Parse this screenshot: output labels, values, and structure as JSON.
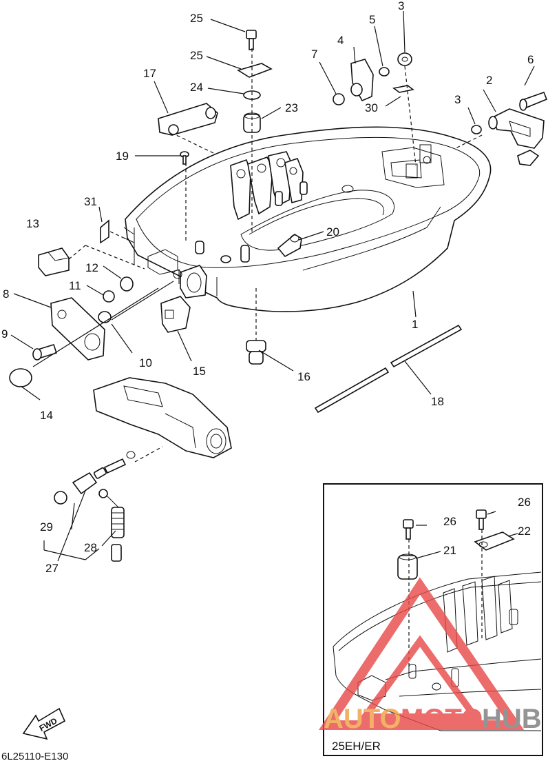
{
  "diagram": {
    "part_numbers": [
      "1",
      "2",
      "3",
      "3",
      "4",
      "5",
      "6",
      "7",
      "8",
      "9",
      "10",
      "11",
      "12",
      "13",
      "14",
      "15",
      "16",
      "17",
      "18",
      "19",
      "20",
      "21",
      "22",
      "23",
      "24",
      "25",
      "25",
      "26",
      "26",
      "27",
      "28",
      "29",
      "30",
      "31"
    ],
    "inset_label": "25EH/ER",
    "drawing_code": "6L25110-E130",
    "fwd_label": "FWD",
    "watermark": {
      "part1": "AUTO",
      "part2": "MOTO",
      "part3": "HUB"
    },
    "colors": {
      "line": "#111111",
      "watermark_red": "#e84848",
      "watermark_orange": "#f0a040",
      "watermark_grey": "#7a7a7a"
    }
  }
}
